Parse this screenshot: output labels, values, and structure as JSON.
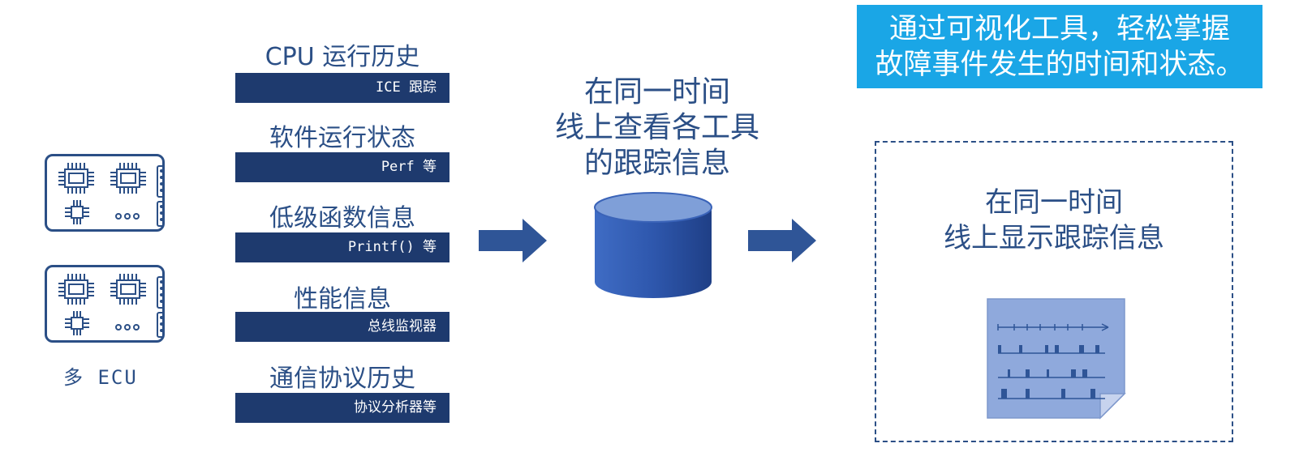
{
  "ecu": {
    "label": "多 ECU"
  },
  "sources": [
    {
      "title": "CPU 运行历史",
      "tool": "ICE 跟踪"
    },
    {
      "title": "软件运行状态",
      "tool": "Perf 等"
    },
    {
      "title": "低级函数信息",
      "tool": "Printf() 等"
    },
    {
      "title": "性能信息",
      "tool": "总线监视器"
    },
    {
      "title": "通信协议历史",
      "tool": "协议分析器等"
    }
  ],
  "center": {
    "lines": [
      "在同一时间",
      "线上查看各工具",
      "的跟踪信息"
    ]
  },
  "callout": {
    "lines": [
      "通过可视化工具，轻松掌握",
      "故障事件发生的时间和状态。"
    ]
  },
  "result": {
    "lines": [
      "在同一时间",
      "线上显示跟踪信息"
    ]
  },
  "colors": {
    "dark_navy": "#1e3a6e",
    "text_blue": "#2b4f86",
    "callout_bg": "#1aa6e6",
    "cylinder": "#3a63b8",
    "arrow": "#2f5597",
    "document": "#8fa9dc"
  },
  "icons": [
    "circuit-board-icon",
    "database-cylinder-icon",
    "arrow-right-icon",
    "timing-document-icon"
  ]
}
